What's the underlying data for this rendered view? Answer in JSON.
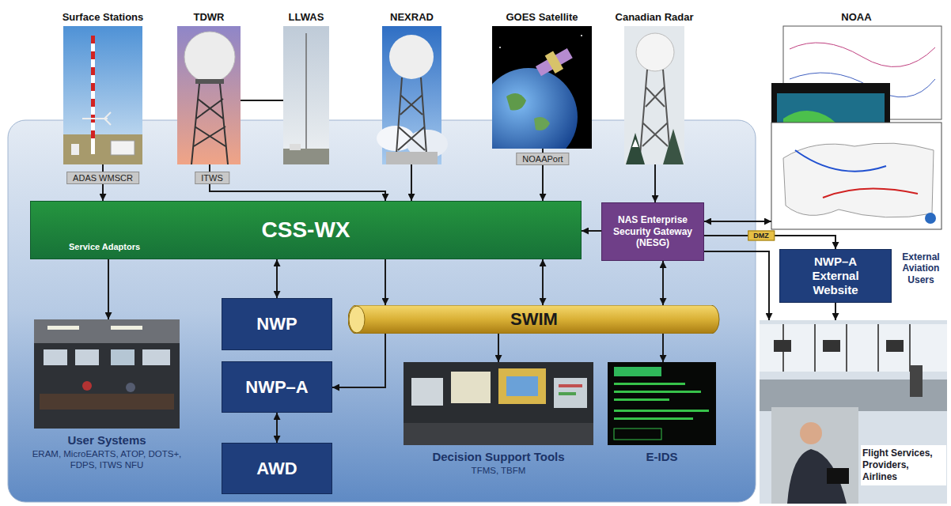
{
  "diagram": {
    "nodes": [
      {
        "text": [
          "Surface Stations"
        ]
      },
      {
        "text": [
          "TDWR"
        ]
      },
      {
        "text": [
          "LLWAS"
        ]
      },
      {
        "text": [
          "NEXRAD"
        ]
      },
      {
        "text": [
          "GOES Satellite"
        ]
      },
      {
        "text": [
          "Canadian Radar"
        ]
      },
      {
        "text": [
          "NOAA"
        ]
      },
      {
        "text": [
          "CSS-WX",
          "Service Adaptors"
        ]
      },
      {
        "text": [
          "NAS Enterprise Security Gateway (NESG)"
        ]
      },
      {
        "text": [
          "NWP"
        ]
      },
      {
        "text": [
          "NWP–A"
        ]
      },
      {
        "text": [
          "AWD"
        ]
      },
      {
        "text": [
          "SWIM"
        ]
      },
      {
        "text": [
          "User Systems",
          "ERAM, MicroEARTS, ATOP, DOTS+, FDPS, ITWS NFU"
        ]
      },
      {
        "text": [
          "Decision Support Tools",
          "TFMS, TBFM"
        ]
      },
      {
        "text": [
          "E-IDS"
        ]
      },
      {
        "text": [
          "NWP–A External Website"
        ]
      },
      {
        "text": [
          "Flight Services, Providers, Airlines"
        ]
      }
    ],
    "edges": [
      {
        "from": 0,
        "to": 7,
        "arrow": "to",
        "label": "ADAS WMSCR"
      },
      {
        "from": 1,
        "to": 2,
        "arrow": "none"
      },
      {
        "from": 1,
        "to": 7,
        "arrow": "to",
        "label": "ITWS"
      },
      {
        "from": 3,
        "to": 7,
        "arrow": "to"
      },
      {
        "from": 4,
        "to": 7,
        "arrow": "to",
        "label": "NOAAPort"
      },
      {
        "from": 5,
        "to": 8,
        "arrow": "to"
      },
      {
        "from": 8,
        "to": 6,
        "arrow": "both"
      },
      {
        "from": 8,
        "to": 7,
        "arrow": "to"
      },
      {
        "from": 7,
        "to": 13,
        "arrow": "to"
      },
      {
        "from": 7,
        "to": 9,
        "arrow": "both"
      },
      {
        "from": 7,
        "to": 12,
        "arrow": "to"
      },
      {
        "from": 12,
        "to": 10,
        "arrow": "to"
      },
      {
        "from": 7,
        "to": 12,
        "arrow": "both"
      },
      {
        "from": 12,
        "to": 14,
        "arrow": "to"
      },
      {
        "from": 8,
        "to": 12,
        "arrow": "both"
      },
      {
        "from": 12,
        "to": 15,
        "arrow": "to"
      },
      {
        "from": 10,
        "to": 11,
        "arrow": "both"
      },
      {
        "from": 8,
        "to": 16,
        "arrow": "to",
        "label": "DMZ"
      },
      {
        "from": 8,
        "to": 17,
        "arrow": "to"
      },
      {
        "from": 16,
        "to": 17,
        "arrow": "to"
      }
    ],
    "labels": [
      "External Aviation Users"
    ]
  }
}
